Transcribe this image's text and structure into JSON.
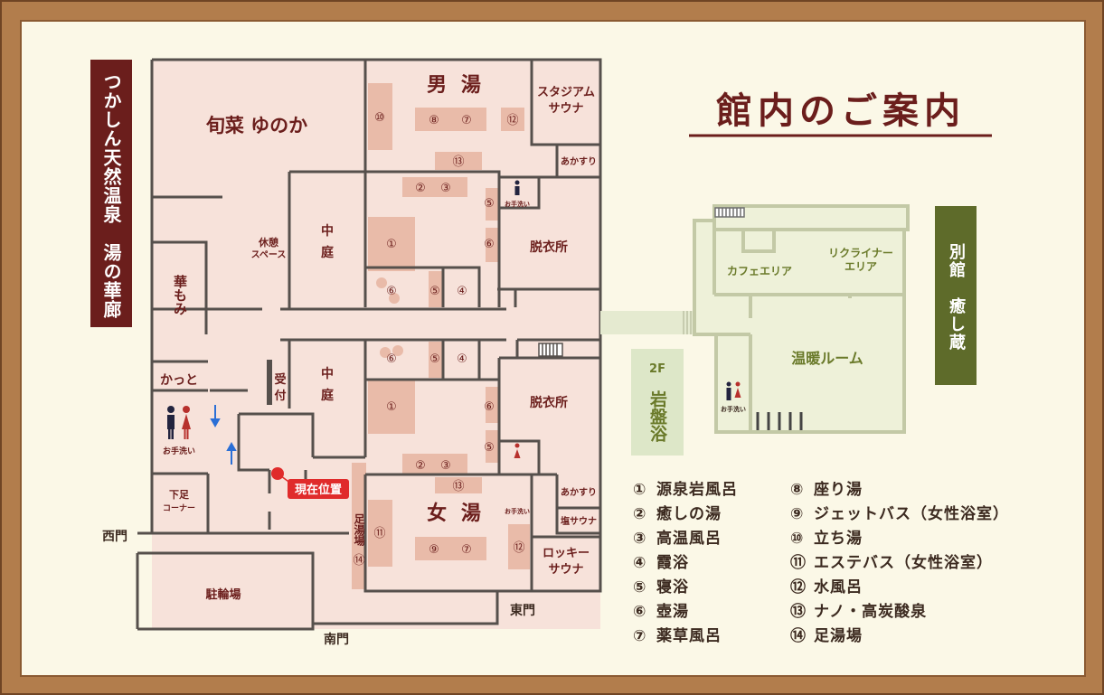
{
  "title": "館内のご案内",
  "facility_name": "つかしん天然温泉　湯の華廊",
  "annex_name": "別館　癒し蔵",
  "rooms": {
    "restaurant": "旬菜 ゆのか",
    "hanamomi": "華もみ",
    "katto": "かっと",
    "restroom": "お手洗い",
    "ashi_corner_1": "下足",
    "ashi_corner_2": "コーナー",
    "kyukei_1": "休憩",
    "kyukei_2": "スペース",
    "courtyard_1": "中",
    "courtyard_2": "庭",
    "reception": "受付",
    "current_location": "現在位置",
    "mens_bath": "男 湯",
    "womens_bath": "女 湯",
    "stadium_sauna_1": "スタジアム",
    "stadium_sauna_2": "サウナ",
    "akasuri": "あかすり",
    "changing_room": "脱衣所",
    "shio_sauna": "塩サウナ",
    "rocky_sauna_1": "ロッキー",
    "rocky_sauna_2": "サウナ",
    "footbath": "足湯場",
    "parking": "駐輪場",
    "west_gate": "西門",
    "south_gate": "南門",
    "east_gate": "東門",
    "ganban_floor": "2F",
    "ganban": "岩盤浴",
    "cafe": "カフェエリア",
    "recliner_1": "リクライナー",
    "recliner_2": "エリア",
    "warm_room": "温暖ルーム",
    "annex_restroom": "お手洗い"
  },
  "bath_markers": {
    "m10": "⑩",
    "m8": "⑧",
    "m7": "⑦",
    "m12": "⑫",
    "m13": "⑬",
    "m2": "②",
    "m3": "③",
    "m5a": "⑤",
    "m1": "①",
    "m6a": "⑥",
    "m6b": "⑥",
    "m5b": "⑤",
    "m4": "④",
    "w6a": "⑥",
    "w5a": "⑤",
    "w4": "④",
    "w1": "①",
    "w6b": "⑥",
    "w5b": "⑤",
    "w2": "②",
    "w3": "③",
    "w13": "⑬",
    "w11": "⑪",
    "w9": "⑨",
    "w7": "⑦",
    "w12": "⑫",
    "f14": "⑭"
  },
  "legend": [
    {
      "num": "①",
      "name": "源泉岩風呂"
    },
    {
      "num": "②",
      "name": "癒しの湯"
    },
    {
      "num": "③",
      "name": "高温風呂"
    },
    {
      "num": "④",
      "name": "霞浴"
    },
    {
      "num": "⑤",
      "name": "寝浴"
    },
    {
      "num": "⑥",
      "name": "壺湯"
    },
    {
      "num": "⑦",
      "name": "薬草風呂"
    },
    {
      "num": "⑧",
      "name": "座り湯"
    },
    {
      "num": "⑨",
      "name": "ジェットバス（女性浴室）"
    },
    {
      "num": "⑩",
      "name": "立ち湯"
    },
    {
      "num": "⑪",
      "name": "エステバス（女性浴室）"
    },
    {
      "num": "⑫",
      "name": "水風呂"
    },
    {
      "num": "⑬",
      "name": "ナノ・高炭酸泉"
    },
    {
      "num": "⑭",
      "name": "足湯場"
    }
  ],
  "colors": {
    "frame": "#b27d4c",
    "board": "#fbf8e7",
    "floor": "#f7e2da",
    "feature": "#e9bba9",
    "wall": "#56504c",
    "maroon": "#6b1e1c",
    "annex_floor": "#eef1d9",
    "annex_wall": "#c3c9a6",
    "annex_text": "#6a7a2a",
    "annex_sign": "#5e6b2a",
    "ganban_bg": "#dde7c8",
    "marker": "#e02b2b",
    "male_icon": "#23243f",
    "female_icon": "#b7302c",
    "arrow": "#2b6fd6"
  }
}
